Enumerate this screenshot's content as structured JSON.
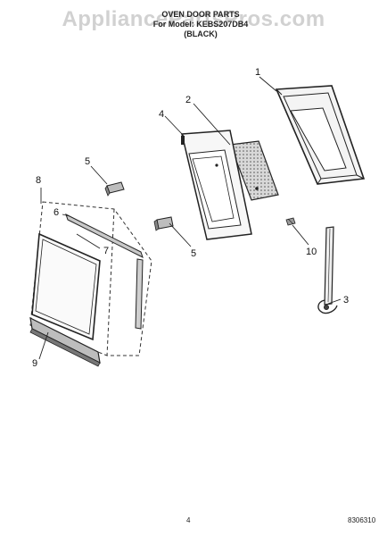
{
  "watermark": "AppliancePartsPros.com",
  "header": {
    "title": "OVEN DOOR PARTS",
    "model_line": "For Model: KEBS207DB4",
    "color_line": "(BLACK)"
  },
  "callouts": [
    "1",
    "2",
    "3",
    "4",
    "5",
    "5",
    "6",
    "7",
    "8",
    "9",
    "10"
  ],
  "footer": {
    "page_number": "4",
    "doc_code": "8306310"
  }
}
